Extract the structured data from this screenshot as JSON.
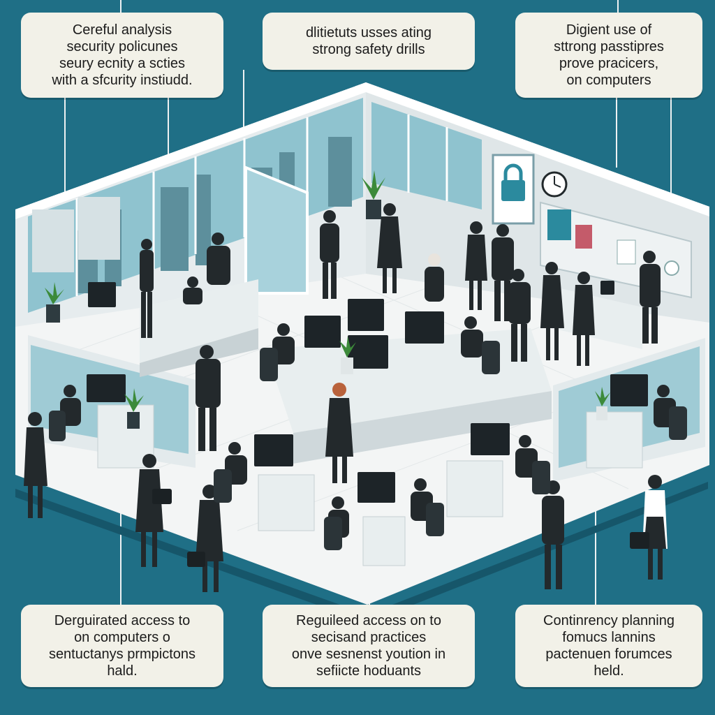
{
  "callouts": {
    "top_left": [
      "Cereful analysis",
      "security policunes",
      "seury ecnity a scties",
      "with a sfcurity instiudd."
    ],
    "top_center": [
      "dlitietuts usses ating",
      "strong safety drills"
    ],
    "top_right": [
      "Digient use of",
      "sttrong passtipres",
      "prove pracicers,",
      "on computers"
    ],
    "bottom_left": [
      "Derguirated access to",
      "on computers o",
      "sentuctanys prmpictons",
      "hald."
    ],
    "bottom_center": [
      "Reguileed access on to",
      "secisand practices",
      "onve sesnenst yoution in",
      "sefiicte hoduants"
    ],
    "bottom_right": [
      "Continrency planning",
      "fomucs lannins",
      "pactenuen forumces",
      "held."
    ]
  },
  "colors": {
    "background": "#1f6f86",
    "callout_bg": "#f2f1e8",
    "suit": "#23292c",
    "floor": "#f3f5f5",
    "glass": "#8fc3cf"
  },
  "icons": [
    "padlock-icon",
    "clock-icon"
  ]
}
